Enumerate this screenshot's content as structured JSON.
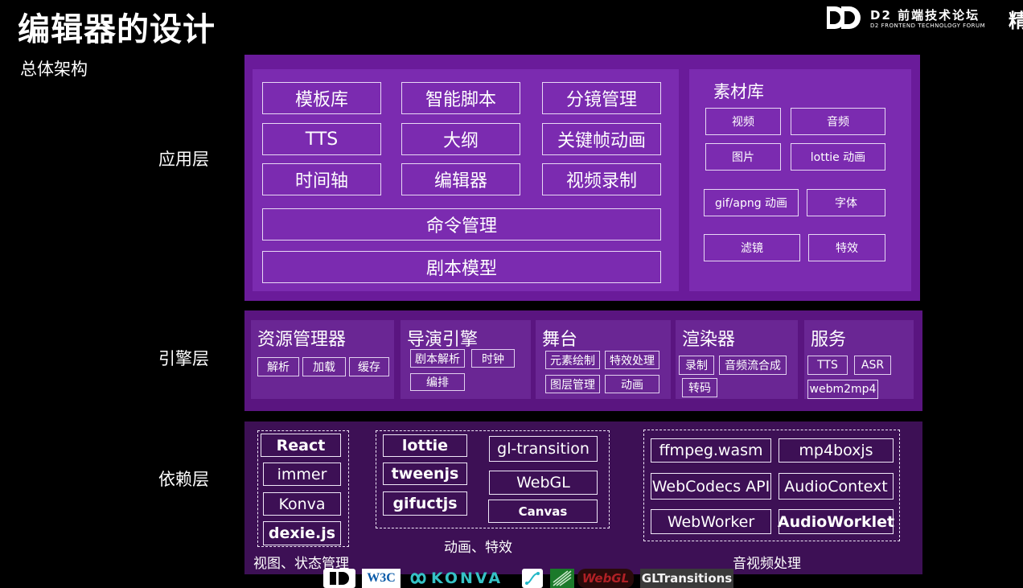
{
  "header": {
    "title": "编辑器的设计",
    "subtitle": "总体架构",
    "brand_name": "D2 前端技术论坛",
    "brand_en": "D2 FRONTEND TECHNOLOGY FORUM",
    "edge_char": "精"
  },
  "layers": {
    "app": "应用层",
    "engine": "引擎层",
    "deps": "依赖层"
  },
  "app": {
    "modules": [
      "模板库",
      "智能脚本",
      "分镜管理",
      "TTS",
      "大纲",
      "关键帧动画",
      "时间轴",
      "编辑器",
      "视频录制"
    ],
    "command": "命令管理",
    "script_model": "剧本模型",
    "materials": {
      "title": "素材库",
      "items": [
        "视频",
        "音频",
        "图片",
        "lottie 动画",
        "gif/apng 动画",
        "字体",
        "滤镜",
        "特效"
      ]
    }
  },
  "engine": {
    "resource": {
      "title": "资源管理器",
      "items": [
        "解析",
        "加载",
        "缓存"
      ]
    },
    "director": {
      "title": "导演引擎",
      "items": [
        "剧本解析",
        "时钟",
        "编排"
      ]
    },
    "stage": {
      "title": "舞台",
      "items": [
        "元素绘制",
        "特效处理",
        "图层管理",
        "动画"
      ]
    },
    "renderer": {
      "title": "渲染器",
      "items": [
        "录制",
        "音频流合成",
        "转码"
      ]
    },
    "service": {
      "title": "服务",
      "items": [
        "TTS",
        "ASR",
        "webm2mp4"
      ]
    }
  },
  "deps": {
    "view": {
      "caption": "视图、状态管理",
      "items": [
        "React",
        "immer",
        "Konva",
        "dexie.js"
      ]
    },
    "anim": {
      "caption": "动画、特效",
      "left": [
        "lottie",
        "tweenjs",
        "gifuctjs"
      ],
      "right": [
        "gl-transition",
        "WebGL",
        "Canvas"
      ]
    },
    "av": {
      "caption": "音视频处理",
      "items": [
        "ffmpeg.wasm",
        "mp4boxjs",
        "WebCodecs API",
        "AudioContext",
        "WebWorker",
        "AudioWorklet"
      ]
    }
  },
  "logos": {
    "w3c": "W3C",
    "konva": "KONVA",
    "webgl": "WebGL",
    "gltransitions": "GLTransitions"
  },
  "colors": {
    "app_panel": "#6a1b9a",
    "app_inner": "#7b2bb0",
    "engine_panel": "#5a1580",
    "deps_panel": "#3d1055"
  }
}
